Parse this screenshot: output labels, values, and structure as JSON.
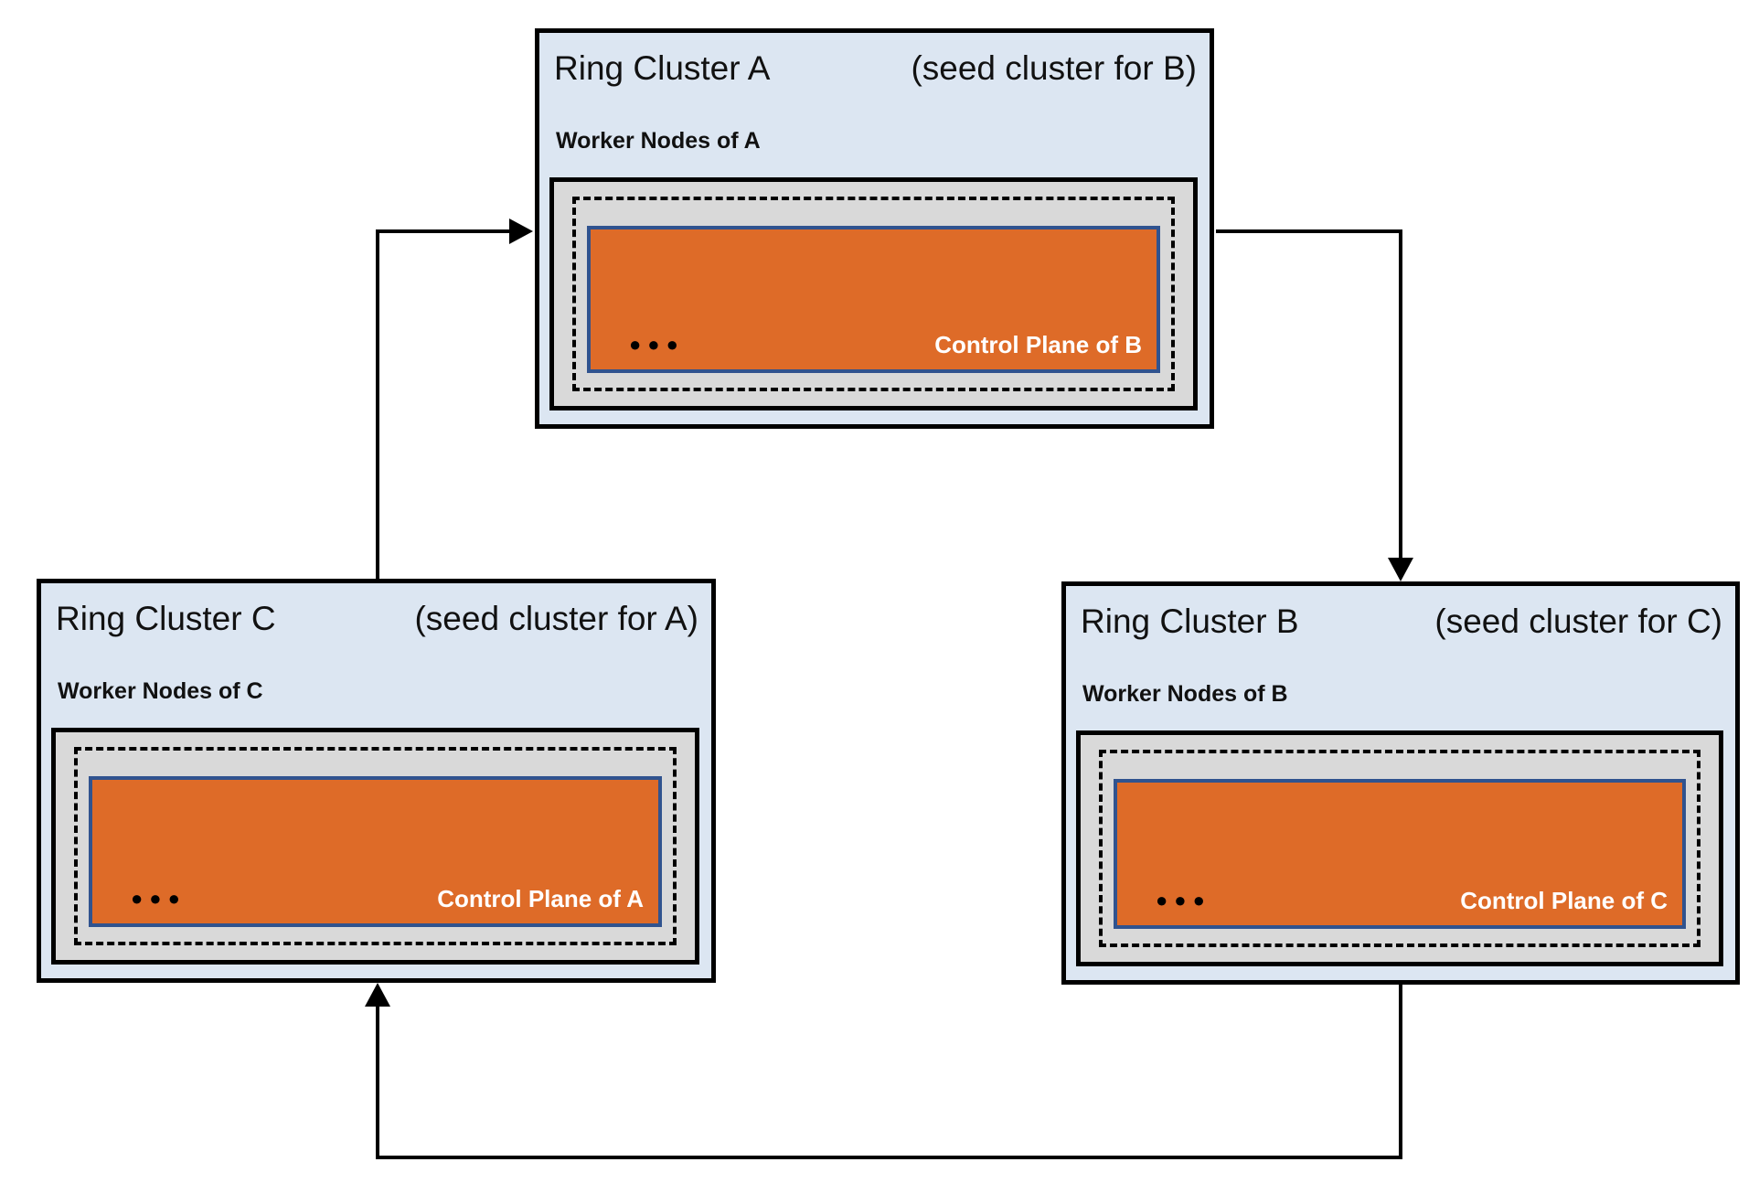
{
  "diagram_title": "",
  "clusters": [
    {
      "id": "A",
      "title": "Ring Cluster A",
      "seed_note": "(seed cluster for B)",
      "worker_label": "Worker Nodes of A",
      "dots": "●●●",
      "control_plane_label": "Control Plane of B"
    },
    {
      "id": "B",
      "title": "Ring Cluster B",
      "seed_note": "(seed cluster for C)",
      "worker_label": "Worker Nodes of B",
      "dots": "●●●",
      "control_plane_label": "Control Plane of C"
    },
    {
      "id": "C",
      "title": "Ring Cluster C",
      "seed_note": "(seed cluster for A)",
      "worker_label": "Worker Nodes of C",
      "dots": "●●●",
      "control_plane_label": "Control Plane of A"
    }
  ],
  "arrows": [
    {
      "from": "C",
      "to": "A"
    },
    {
      "from": "A",
      "to": "B"
    },
    {
      "from": "B",
      "to": "C"
    }
  ],
  "colors": {
    "cluster_bg": "#dce6f2",
    "nodes_bg": "#d9d9d9",
    "control_plane_bg": "#de6b28",
    "control_plane_border": "#30538f",
    "control_text": "#ffffff",
    "line": "#000000",
    "arrow": "#000000"
  }
}
